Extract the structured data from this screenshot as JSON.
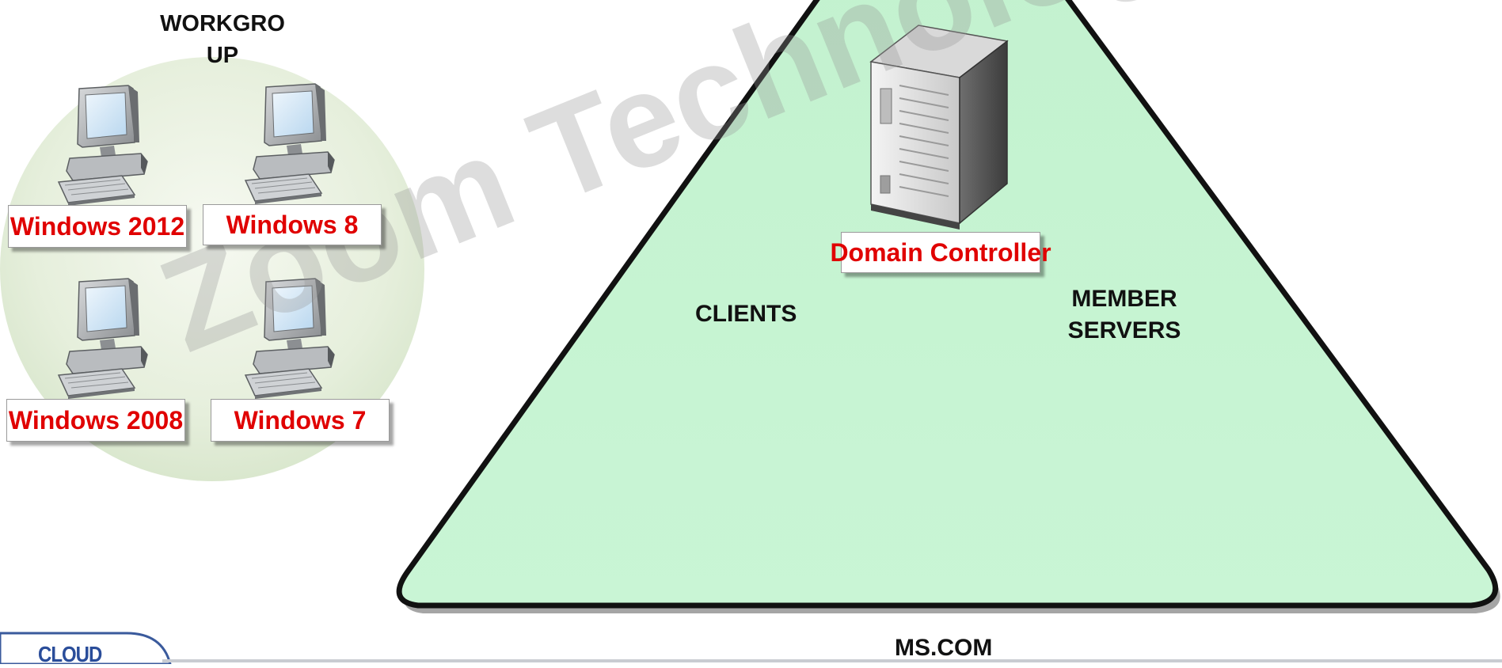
{
  "workgroup": {
    "title": "WORKGRO\nUP",
    "computers": [
      {
        "label": "Windows 2012"
      },
      {
        "label": "Windows 8"
      },
      {
        "label": "Windows 2008"
      },
      {
        "label": "Windows 7"
      }
    ]
  },
  "domain": {
    "name": "MS.COM",
    "controller_label": "Domain Controller",
    "clients_label": "CLIENTS",
    "member_servers_label": "MEMBER\nSERVERS"
  },
  "watermark": "Zoom Technologies",
  "logo_text": "CLOUD",
  "colors": {
    "label_text": "#e00000",
    "triangle_fill": "#c6f4d2",
    "triangle_stroke": "#111111",
    "circle_fill": "#e2ecd6"
  },
  "icons": [
    "desktop-computer-icon",
    "server-tower-icon"
  ]
}
